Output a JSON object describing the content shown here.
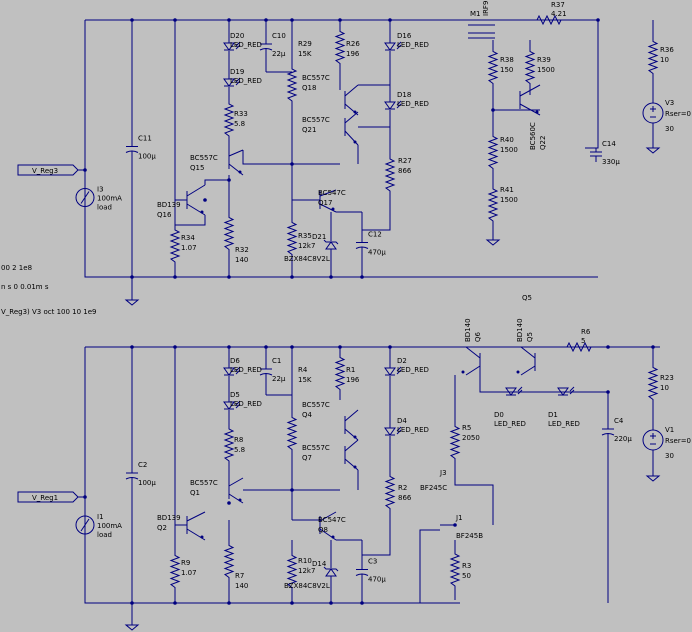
{
  "netlabels": {
    "top": "V_Reg3",
    "bottom": "V_Reg1"
  },
  "directives": {
    "d1": "00 2 1e8",
    "d2": "n s 0 0.01m s",
    "d3": "V_Reg3) V3 oct 100 10 1e9"
  },
  "top": {
    "I3": {
      "name": "I3",
      "value": "100mA",
      "extra": "load"
    },
    "C11": {
      "name": "C11",
      "value": "100µ"
    },
    "Q16": {
      "name": "Q16",
      "model": "BD139"
    },
    "R34": {
      "name": "R34",
      "value": "1.07"
    },
    "Q15": {
      "name": "Q15",
      "model": "BC557C"
    },
    "R32": {
      "name": "R32",
      "value": "140"
    },
    "D20": {
      "name": "D20",
      "model": "LED_RED"
    },
    "D19": {
      "name": "D19",
      "model": "LED_RED"
    },
    "R33": {
      "name": "R33",
      "value": "5.8"
    },
    "C10": {
      "name": "C10",
      "value": "22µ"
    },
    "R29": {
      "name": "R29",
      "value": "15K"
    },
    "R35": {
      "name": "R35",
      "value": "12k7"
    },
    "D21": {
      "name": "D21",
      "model": "BZX84C8V2L"
    },
    "R26": {
      "name": "R26",
      "value": "196"
    },
    "Q18": {
      "name": "Q18",
      "model": "BC557C"
    },
    "Q21": {
      "name": "Q21",
      "model": "BC557C"
    },
    "Q17": {
      "name": "Q17",
      "model": "BC547C"
    },
    "C12": {
      "name": "C12",
      "value": "470µ"
    },
    "D16": {
      "name": "D16",
      "model": "LED_RED"
    },
    "D18": {
      "name": "D18",
      "model": "LED_RED"
    },
    "R27": {
      "name": "R27",
      "value": "866"
    },
    "M1": {
      "name": "M1",
      "model": "IRF9"
    },
    "R37": {
      "name": "R37",
      "value": "4.21"
    },
    "R38": {
      "name": "R38",
      "value": "150"
    },
    "R39": {
      "name": "R39",
      "value": "1500"
    },
    "Q22": {
      "name": "Q22",
      "model": "BC560C"
    },
    "Q5t": {
      "name": "Q5",
      "model": "BD140"
    },
    "R40": {
      "name": "R40",
      "value": "1500"
    },
    "R41": {
      "name": "R41",
      "value": "1500"
    },
    "C14": {
      "name": "C14",
      "value": "330µ"
    },
    "R36": {
      "name": "R36",
      "value": "10"
    },
    "V3": {
      "name": "V3",
      "value": "30",
      "extra": "Rser=0"
    }
  },
  "bottom": {
    "I1": {
      "name": "I1",
      "value": "100mA",
      "extra": "load"
    },
    "C2": {
      "name": "C2",
      "value": "100µ"
    },
    "Q2": {
      "name": "Q2",
      "model": "BD139"
    },
    "R9": {
      "name": "R9",
      "value": "1.07"
    },
    "Q1": {
      "name": "Q1",
      "model": "BC557C"
    },
    "R7": {
      "name": "R7",
      "value": "140"
    },
    "D6": {
      "name": "D6",
      "model": "LED_RED"
    },
    "D5": {
      "name": "D5",
      "model": "LED_RED"
    },
    "R8": {
      "name": "R8",
      "value": "5.8"
    },
    "C1": {
      "name": "C1",
      "value": "22µ"
    },
    "R4": {
      "name": "R4",
      "value": "15K"
    },
    "R10": {
      "name": "R10",
      "value": "12k7"
    },
    "D14": {
      "name": "D14",
      "model": "BZX84C8V2L"
    },
    "R1": {
      "name": "R1",
      "value": "196"
    },
    "Q4": {
      "name": "Q4",
      "model": "BC557C"
    },
    "Q7": {
      "name": "Q7",
      "model": "BC557C"
    },
    "Q8": {
      "name": "Q8",
      "model": "BC547C"
    },
    "C3": {
      "name": "C3",
      "value": "470µ"
    },
    "D2": {
      "name": "D2",
      "model": "LED_RED"
    },
    "D4": {
      "name": "D4",
      "model": "LED_RED"
    },
    "R2": {
      "name": "R2",
      "value": "866"
    },
    "Q6": {
      "name": "Q6",
      "model": "BD140"
    },
    "Q5": {
      "name": "Q5",
      "model": "BD140"
    },
    "R6": {
      "name": "R6",
      "value": "5"
    },
    "D0": {
      "name": "D0",
      "model": "LED_RED"
    },
    "D1": {
      "name": "D1",
      "model": "LED_RED"
    },
    "R5": {
      "name": "R5",
      "value": "2050"
    },
    "J3": {
      "name": "J3",
      "model": "BF245C"
    },
    "J1": {
      "name": "J1",
      "model": "BF245B"
    },
    "R3": {
      "name": "R3",
      "value": "50"
    },
    "C4": {
      "name": "C4",
      "value": "220µ"
    },
    "R23": {
      "name": "R23",
      "value": "10"
    },
    "V1": {
      "name": "V1",
      "value": "30",
      "extra": "Rser=0"
    }
  }
}
